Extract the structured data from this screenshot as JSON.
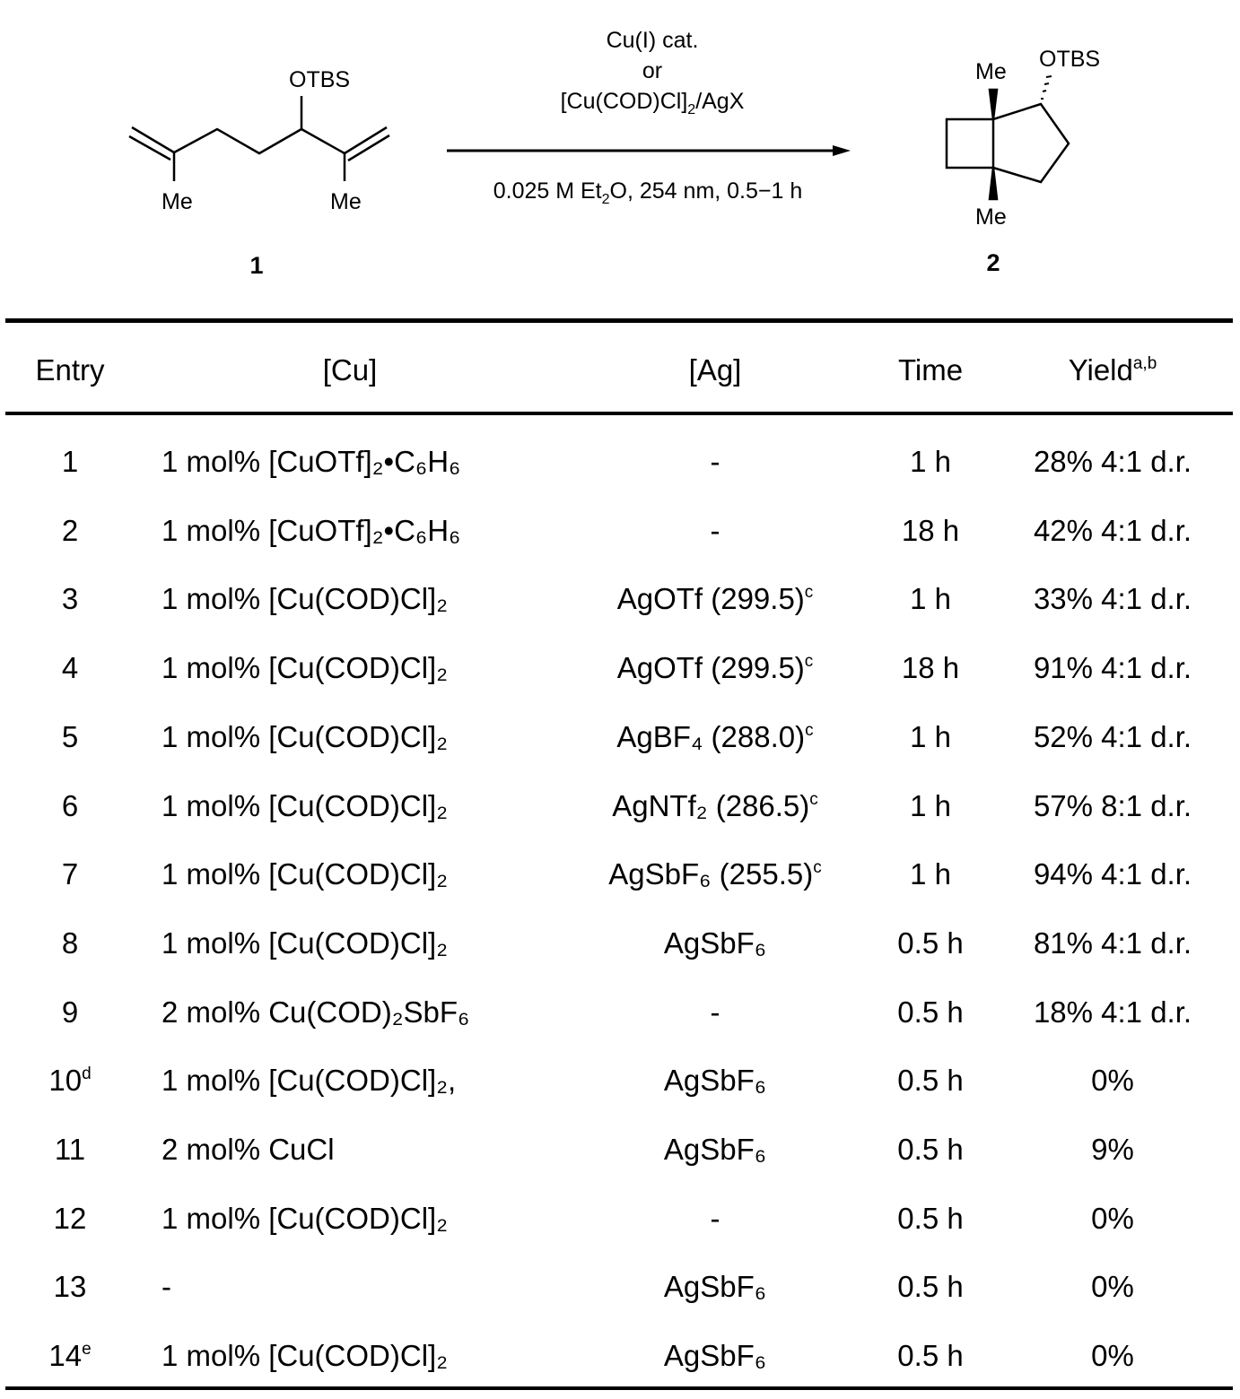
{
  "scheme": {
    "reactant": {
      "group": "OTBS",
      "me_left": "Me",
      "me_right": "Me",
      "number": "1"
    },
    "conditions": {
      "line1": "Cu(I) cat.",
      "line2": "or",
      "line3_a": "[Cu(COD)Cl]",
      "line3_sub": "2",
      "line3_b": "/AgX",
      "below_a": "0.025 M Et",
      "below_sub": "2",
      "below_b": "O, 254 nm, 0.5−1 h"
    },
    "product": {
      "group": "OTBS",
      "me_top": "Me",
      "me_bottom": "Me",
      "number": "2"
    }
  },
  "table": {
    "headers": {
      "entry": "Entry",
      "cu": "[Cu]",
      "ag": "[Ag]",
      "time": "Time",
      "yield": "Yield",
      "yield_sup": "a,b"
    },
    "rows": [
      {
        "entry": "1",
        "entry_sup": "",
        "cu": "1 mol% [CuOTf]₂•C₆H₆",
        "ag": "-",
        "ag_sup": "",
        "time": "1 h",
        "yield": "28% 4:1 d.r."
      },
      {
        "entry": "2",
        "entry_sup": "",
        "cu": "1 mol% [CuOTf]₂•C₆H₆",
        "ag": "-",
        "ag_sup": "",
        "time": "18 h",
        "yield": "42% 4:1 d.r."
      },
      {
        "entry": "3",
        "entry_sup": "",
        "cu": "1 mol% [Cu(COD)Cl]₂",
        "ag": "AgOTf (299.5)",
        "ag_sup": "c",
        "time": "1 h",
        "yield": "33% 4:1 d.r."
      },
      {
        "entry": "4",
        "entry_sup": "",
        "cu": "1 mol% [Cu(COD)Cl]₂",
        "ag": "AgOTf (299.5)",
        "ag_sup": "c",
        "time": "18 h",
        "yield": "91% 4:1 d.r."
      },
      {
        "entry": "5",
        "entry_sup": "",
        "cu": "1 mol% [Cu(COD)Cl]₂",
        "ag": "AgBF₄ (288.0)",
        "ag_sup": "c",
        "time": "1 h",
        "yield": "52% 4:1 d.r."
      },
      {
        "entry": "6",
        "entry_sup": "",
        "cu": "1 mol% [Cu(COD)Cl]₂",
        "ag": "AgNTf₂ (286.5)",
        "ag_sup": "c",
        "time": "1 h",
        "yield": "57% 8:1 d.r."
      },
      {
        "entry": "7",
        "entry_sup": "",
        "cu": "1 mol% [Cu(COD)Cl]₂",
        "ag": "AgSbF₆ (255.5)",
        "ag_sup": "c",
        "time": "1 h",
        "yield": "94% 4:1 d.r."
      },
      {
        "entry": "8",
        "entry_sup": "",
        "cu": "1 mol% [Cu(COD)Cl]₂",
        "ag": "AgSbF₆",
        "ag_sup": "",
        "time": "0.5 h",
        "yield": "81% 4:1 d.r."
      },
      {
        "entry": "9",
        "entry_sup": "",
        "cu": "2 mol% Cu(COD)₂SbF₆",
        "ag": "-",
        "ag_sup": "",
        "time": "0.5 h",
        "yield": "18% 4:1 d.r."
      },
      {
        "entry": "10",
        "entry_sup": "d",
        "cu": "1 mol% [Cu(COD)Cl]₂,",
        "ag": "AgSbF₆",
        "ag_sup": "",
        "time": "0.5 h",
        "yield": "0%"
      },
      {
        "entry": "11",
        "entry_sup": "",
        "cu": "2 mol% CuCl",
        "ag": "AgSbF₆",
        "ag_sup": "",
        "time": "0.5 h",
        "yield": "9%"
      },
      {
        "entry": "12",
        "entry_sup": "",
        "cu": "1 mol% [Cu(COD)Cl]₂",
        "ag": "-",
        "ag_sup": "",
        "time": "0.5 h",
        "yield": "0%"
      },
      {
        "entry": "13",
        "entry_sup": "",
        "cu": "-",
        "ag": "AgSbF₆",
        "ag_sup": "",
        "time": "0.5 h",
        "yield": "0%"
      },
      {
        "entry": "14",
        "entry_sup": "e",
        "cu": "1 mol% [Cu(COD)Cl]₂",
        "ag": "AgSbF₆",
        "ag_sup": "",
        "time": "0.5 h",
        "yield": "0%"
      }
    ]
  }
}
